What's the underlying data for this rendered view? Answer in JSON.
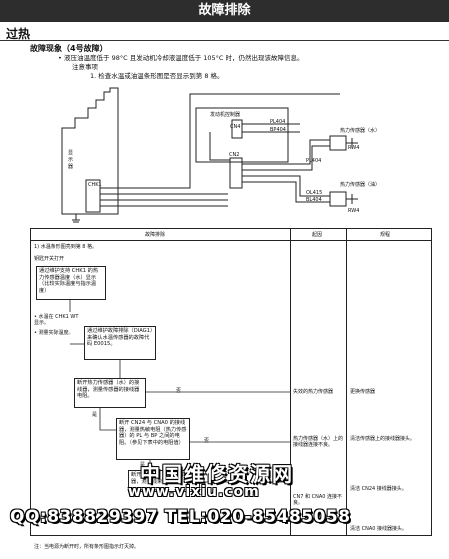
{
  "header": {
    "title": "故障排除"
  },
  "section": {
    "title": "过热"
  },
  "fault": {
    "heading": "故障现象（4号故障）",
    "bullet": "•",
    "line1": "液压油温度低于 98°C 且发动机冷却液温度低于 105°C 时，仍然出现该故障信息。",
    "line2": "注意事项",
    "line3": "1. 检查水温或油温条形图是否显示到第 8 格。"
  },
  "wiring": {
    "ecu_label": "发动机控制器",
    "left_unit_label": "显示器",
    "conn_chk1": "CHK1",
    "conn_cn2": "CN2",
    "conn_cn4": "CN4",
    "pin_top1": "PL404",
    "pin_top2": "BP404",
    "pin_mid1": "PL404",
    "pin_mid2": "OL415",
    "pin_mid3": "BL404",
    "sensor_water_label": "热力传感器（水）",
    "sensor_water_code": "RW4",
    "sensor_oil_label": "热力传感器（油）",
    "sensor_oil_code": "RW4"
  },
  "table": {
    "col_troubleshoot": "故障排除",
    "col_cause": "起因",
    "col_remedy": "规程",
    "intro1": "1) 水温条形图亮到第 8 格。",
    "intro2": "钥匙开关打开"
  },
  "flow": {
    "box1": "通过维护支持 CHK1 的热力传感器温度（水）显示（比较实际温度与指示温度）",
    "note1a": "• 水温在 CHK1 WT 显示。",
    "note1b": "• 测量实际温度。",
    "box2": "通过维护故障排除（DIAG1）来确认水温传感器的故障代码 E0015。",
    "box3": "断开热力传感器（水）的接线器，测量传感器的接线器电阻。",
    "box4": "断开 CN24 与 CNA0 的接线器，测量热敏电阻（热力传感器）的 PL 与 BP 之间的电阻。（参见下表中的电阻值）",
    "box5": "断开 CN7 与 CNA0 的接线器，测量线束电阻。",
    "yes": "是",
    "no": "否"
  },
  "causes": {
    "c1": "失效的热力传感器",
    "c2": "热力传感器（水）上的接线器连接不良。",
    "c3": "CN7 和 CNA0 连接不良。"
  },
  "remedies": {
    "r1": "更换传感器",
    "r2": "清洁传感器上的接线器接头。",
    "r3": "清洁 CN24 接线器接头。",
    "r4": "清洁 CNA0 接线器接头。"
  },
  "footnote": "注：当电源为断开时，所有条形图指示灯灭掉。",
  "watermark": {
    "site_cn": "中国维修资源网",
    "site_url": "www.vixiu.com",
    "contact": "QQ:838829397 TEL:020-85485058"
  }
}
